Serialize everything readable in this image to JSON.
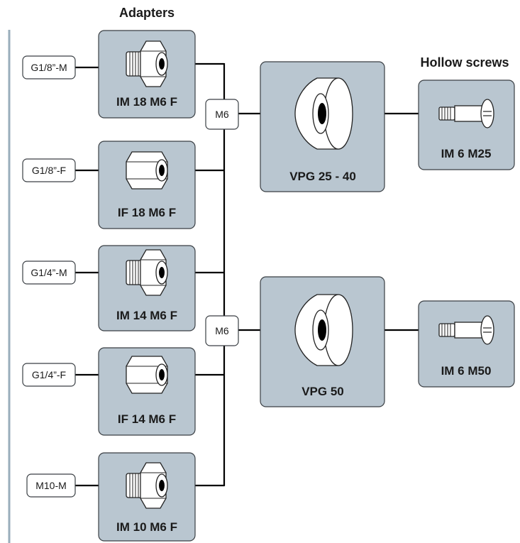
{
  "headings": {
    "adapters": "Adapters",
    "hollow_screws": "Hollow screws"
  },
  "thread_tags": {
    "g18m": "G1/8”-M",
    "g18f": "G1/8”-F",
    "g14m": "G1/4”-M",
    "g14f": "G1/4”-F",
    "m10m": "M10-M"
  },
  "adapters": {
    "im18": "IM 18 M6 F",
    "if18": "IF 18 M6 F",
    "im14": "IM 14 M6 F",
    "if14": "IF 14 M6 F",
    "im10": "IM 10 M6 F"
  },
  "connectors": {
    "top": "M6",
    "bottom": "M6"
  },
  "suction_cups": {
    "vpg2540": "VPG 25 - 40",
    "vpg50": "VPG 50"
  },
  "hollow_screws": {
    "m25": "IM 6 M25",
    "m50": "IM 6 M50"
  },
  "colors": {
    "card_fill": "#b9c6d0",
    "card_border": "#3a3f44",
    "wire": "#000000",
    "left_rule": "#9aaebb"
  }
}
